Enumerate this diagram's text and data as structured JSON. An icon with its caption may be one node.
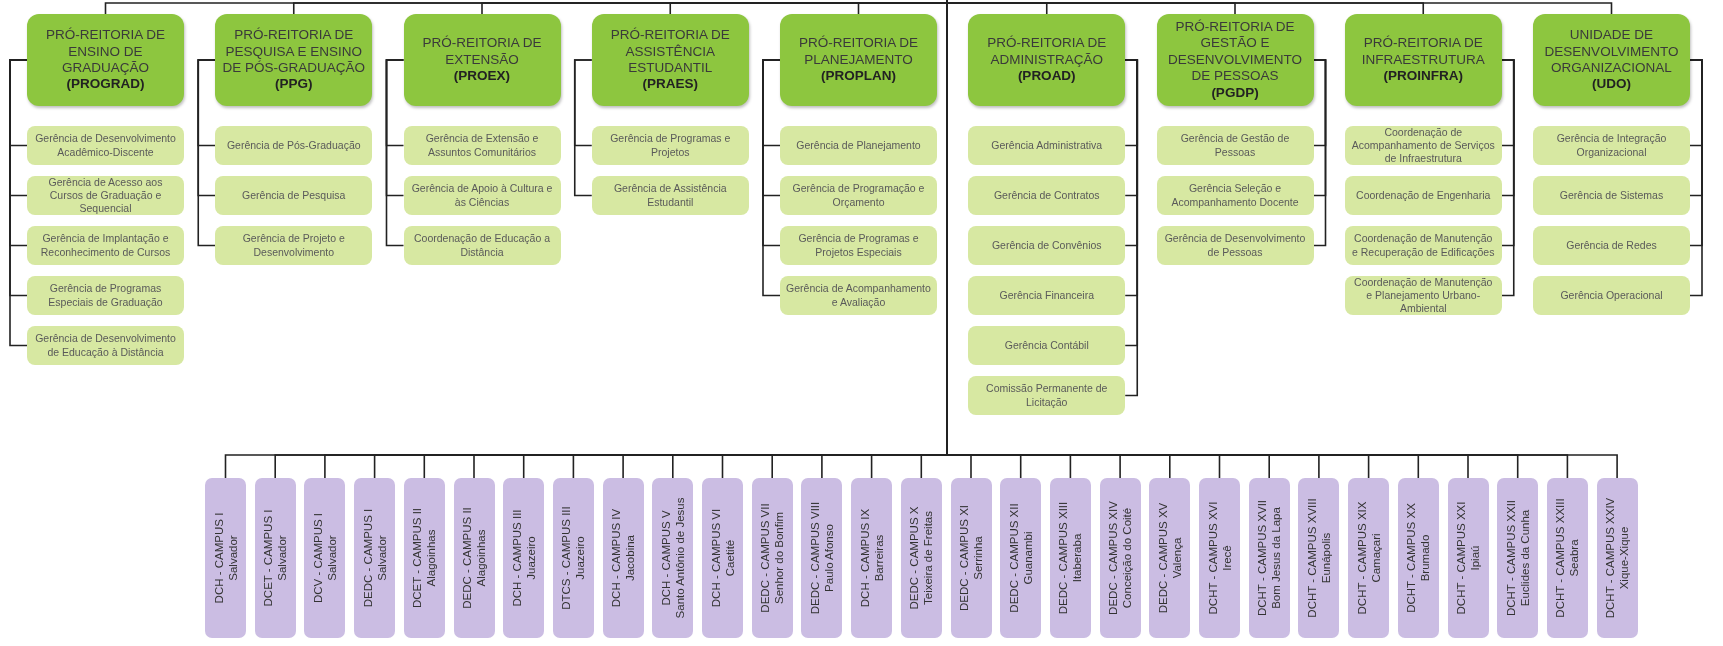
{
  "diagram": {
    "nodes": [
      {
        "text": [
          "PRÓ-REITORIA DE ENSINO DE GRADUAÇÃO **(PROGRAD)**"
        ]
      },
      {
        "text": [
          "Gerência de Desenvolvimento Acadêmico-Discente"
        ]
      },
      {
        "text": [
          "Gerência de Acesso aos Cursos de Graduação e Sequencial"
        ]
      },
      {
        "text": [
          "Gerência de Implantação e Reconhecimento de Cursos"
        ]
      },
      {
        "text": [
          "Gerência de Programas Especiais de Graduação"
        ]
      },
      {
        "text": [
          "Gerência de Desenvolvimento de Educação à Distância"
        ]
      },
      {
        "text": [
          "PRÓ-REITORIA DE PESQUISA E ENSINO DE PÓS-GRADUAÇÃO **(PPG)**"
        ]
      },
      {
        "text": [
          "Gerência de Pós-Graduação"
        ]
      },
      {
        "text": [
          "Gerência de Pesquisa"
        ]
      },
      {
        "text": [
          "Gerência de Projeto e Desenvolvimento"
        ]
      },
      {
        "text": [
          "PRÓ-REITORIA DE EXTENSÃO **(PROEX)**"
        ]
      },
      {
        "text": [
          "Gerência de Extensão e Assuntos Comunitários"
        ]
      },
      {
        "text": [
          "Gerência de Apoio à Cultura e às Ciências"
        ]
      },
      {
        "text": [
          "Coordenação de Educação a Distância"
        ]
      },
      {
        "text": [
          "PRÓ-REITORIA DE ASSISTÊNCIA ESTUDANTIL **(PRAES)**"
        ]
      },
      {
        "text": [
          "Gerência de Programas e Projetos"
        ]
      },
      {
        "text": [
          "Gerência de Assistência Estudantil"
        ]
      },
      {
        "text": [
          "PRÓ-REITORIA DE PLANEJAMENTO **(PROPLAN)**"
        ]
      },
      {
        "text": [
          "Gerência de Planejamento"
        ]
      },
      {
        "text": [
          "Gerência de Programação e Orçamento"
        ]
      },
      {
        "text": [
          "Gerência de Programas e Projetos Especiais"
        ]
      },
      {
        "text": [
          "Gerência de Acompanhamento e Avaliação"
        ]
      },
      {
        "text": [
          "PRÓ-REITORIA DE ADMINISTRAÇÃO **(PROAD)**"
        ]
      },
      {
        "text": [
          "Gerência Administrativa"
        ]
      },
      {
        "text": [
          "Gerência de Contratos"
        ]
      },
      {
        "text": [
          "Gerência de Convênios"
        ]
      },
      {
        "text": [
          "Gerência Financeira"
        ]
      },
      {
        "text": [
          "Gerência Contábil"
        ]
      },
      {
        "text": [
          "Comissão Permanente de Licitação"
        ]
      },
      {
        "text": [
          "PRÓ-REITORIA DE GESTÃO E DESENVOLVIMENTO DE PESSOAS **(PGDP)**"
        ]
      },
      {
        "text": [
          "Gerência de Gestão de Pessoas"
        ]
      },
      {
        "text": [
          "Gerência Seleção e Acompanhamento Docente"
        ]
      },
      {
        "text": [
          "Gerência de Desenvolvimento de Pessoas"
        ]
      },
      {
        "text": [
          "PRÓ-REITORIA DE INFRAESTRUTURA **(PROINFRA)**"
        ]
      },
      {
        "text": [
          "Coordenação de Acompanhamento de Serviços de Infraestrutura"
        ]
      },
      {
        "text": [
          "Coordenação de Engenharia"
        ]
      },
      {
        "text": [
          "Coordenação de Manutenção e Recuperação de Edificações"
        ]
      },
      {
        "text": [
          "Coordenação de Manutenção e Planejamento Urbano-Ambiental"
        ]
      },
      {
        "text": [
          "UNIDADE DE DESENVOLVIMENTO ORGANIZACIONAL **(UDO)**"
        ]
      },
      {
        "text": [
          "Gerência de Integração Organizacional"
        ]
      },
      {
        "text": [
          "Gerência de Sistemas"
        ]
      },
      {
        "text": [
          "Gerência de Redes"
        ]
      },
      {
        "text": [
          "Gerência Operacional"
        ]
      },
      {
        "text": [
          "DCH - CAMPUS I",
          "Salvador"
        ]
      },
      {
        "text": [
          "DCET - CAMPUS I",
          "Salvador"
        ]
      },
      {
        "text": [
          "DCV - CAMPUS I",
          "Salvador"
        ]
      },
      {
        "text": [
          "DEDC - CAMPUS I",
          "Salvador"
        ]
      },
      {
        "text": [
          "DCET - CAMPUS II",
          "Alagoinhas"
        ]
      },
      {
        "text": [
          "DEDC - CAMPUS II",
          "Alagoinhas"
        ]
      },
      {
        "text": [
          "DCH - CAMPUS III",
          "Juazeiro"
        ]
      },
      {
        "text": [
          "DTCS - CAMPUS III",
          "Juazeiro"
        ]
      },
      {
        "text": [
          "DCH - CAMPUS IV",
          "Jacobina"
        ]
      },
      {
        "text": [
          "DCH - CAMPUS V",
          "Santo Antônio de Jesus"
        ]
      },
      {
        "text": [
          "DCH - CAMPUS VI",
          "Caetité"
        ]
      },
      {
        "text": [
          "DEDC - CAMPUS VII",
          "Senhor do Bonfim"
        ]
      },
      {
        "text": [
          "DEDC - CAMPUS VIII",
          "Paulo Afonso"
        ]
      },
      {
        "text": [
          "DCH - CAMPUS IX",
          "Barreiras"
        ]
      },
      {
        "text": [
          "DEDC - CAMPUS X",
          "Teixeira de Freitas"
        ]
      },
      {
        "text": [
          "DEDC - CAMPUS XI",
          "Serrinha"
        ]
      },
      {
        "text": [
          "DEDC - CAMPUS XII",
          "Guanambi"
        ]
      },
      {
        "text": [
          "DEDC - CAMPUS XIII",
          "Itaberaba"
        ]
      },
      {
        "text": [
          "DEDC - CAMPUS XIV",
          "Conceição do Coité"
        ]
      },
      {
        "text": [
          "DEDC - CAMPUS XV",
          "Valença"
        ]
      },
      {
        "text": [
          "DCHT - CAMPUS XVI",
          "Irecê"
        ]
      },
      {
        "text": [
          "DCHT - CAMPUS XVII",
          "Bom Jesus da Lapa"
        ]
      },
      {
        "text": [
          "DCHT - CAMPUS XVIII",
          "Eunápolis"
        ]
      },
      {
        "text": [
          "DCHT - CAMPUS XIX",
          "Camaçari"
        ]
      },
      {
        "text": [
          "DCHT - CAMPUS XX",
          "Brumado"
        ]
      },
      {
        "text": [
          "DCHT - CAMPUS XXI",
          "Ipiaú"
        ]
      },
      {
        "text": [
          "DCHT - CAMPUS XXII",
          "Euclides da Cunha"
        ]
      },
      {
        "text": [
          "DCHT - CAMPUS XXIII",
          "Seabra"
        ]
      },
      {
        "text": [
          "DCHT - CAMPUS XXIV",
          "Xique-Xique"
        ]
      }
    ],
    "edges": [
      {
        "from": null,
        "to": 0,
        "arrow": "none"
      },
      {
        "from": 0,
        "to": 1,
        "arrow": "none"
      },
      {
        "from": 0,
        "to": 2,
        "arrow": "none"
      },
      {
        "from": 0,
        "to": 3,
        "arrow": "none"
      },
      {
        "from": 0,
        "to": 4,
        "arrow": "none"
      },
      {
        "from": 0,
        "to": 5,
        "arrow": "none"
      },
      {
        "from": null,
        "to": 6,
        "arrow": "none"
      },
      {
        "from": 6,
        "to": 7,
        "arrow": "none"
      },
      {
        "from": 6,
        "to": 8,
        "arrow": "none"
      },
      {
        "from": 6,
        "to": 9,
        "arrow": "none"
      },
      {
        "from": null,
        "to": 10,
        "arrow": "none"
      },
      {
        "from": 10,
        "to": 11,
        "arrow": "none"
      },
      {
        "from": 10,
        "to": 12,
        "arrow": "none"
      },
      {
        "from": 10,
        "to": 13,
        "arrow": "none"
      },
      {
        "from": null,
        "to": 14,
        "arrow": "none"
      },
      {
        "from": 14,
        "to": 15,
        "arrow": "none"
      },
      {
        "from": 14,
        "to": 16,
        "arrow": "none"
      },
      {
        "from": null,
        "to": 17,
        "arrow": "none"
      },
      {
        "from": 17,
        "to": 18,
        "arrow": "none"
      },
      {
        "from": 17,
        "to": 19,
        "arrow": "none"
      },
      {
        "from": 17,
        "to": 20,
        "arrow": "none"
      },
      {
        "from": 17,
        "to": 21,
        "arrow": "none"
      },
      {
        "from": null,
        "to": 22,
        "arrow": "none"
      },
      {
        "from": 22,
        "to": 23,
        "arrow": "none"
      },
      {
        "from": 22,
        "to": 24,
        "arrow": "none"
      },
      {
        "from": 22,
        "to": 25,
        "arrow": "none"
      },
      {
        "from": 22,
        "to": 26,
        "arrow": "none"
      },
      {
        "from": 22,
        "to": 27,
        "arrow": "none"
      },
      {
        "from": 22,
        "to": 28,
        "arrow": "none"
      },
      {
        "from": null,
        "to": 29,
        "arrow": "none"
      },
      {
        "from": 29,
        "to": 30,
        "arrow": "none"
      },
      {
        "from": 29,
        "to": 31,
        "arrow": "none"
      },
      {
        "from": 29,
        "to": 32,
        "arrow": "none"
      },
      {
        "from": null,
        "to": 33,
        "arrow": "none"
      },
      {
        "from": 33,
        "to": 34,
        "arrow": "none"
      },
      {
        "from": 33,
        "to": 35,
        "arrow": "none"
      },
      {
        "from": 33,
        "to": 36,
        "arrow": "none"
      },
      {
        "from": 33,
        "to": 37,
        "arrow": "none"
      },
      {
        "from": null,
        "to": 38,
        "arrow": "none"
      },
      {
        "from": 38,
        "to": 39,
        "arrow": "none"
      },
      {
        "from": 38,
        "to": 40,
        "arrow": "none"
      },
      {
        "from": 38,
        "to": 41,
        "arrow": "none"
      },
      {
        "from": 38,
        "to": 42,
        "arrow": "none"
      },
      {
        "from": null,
        "to": 43,
        "arrow": "none"
      },
      {
        "from": null,
        "to": 44,
        "arrow": "none"
      },
      {
        "from": null,
        "to": 45,
        "arrow": "none"
      },
      {
        "from": null,
        "to": 46,
        "arrow": "none"
      },
      {
        "from": null,
        "to": 47,
        "arrow": "none"
      },
      {
        "from": null,
        "to": 48,
        "arrow": "none"
      },
      {
        "from": null,
        "to": 49,
        "arrow": "none"
      },
      {
        "from": null,
        "to": 50,
        "arrow": "none"
      },
      {
        "from": null,
        "to": 51,
        "arrow": "none"
      },
      {
        "from": null,
        "to": 52,
        "arrow": "none"
      },
      {
        "from": null,
        "to": 53,
        "arrow": "none"
      },
      {
        "from": null,
        "to": 54,
        "arrow": "none"
      },
      {
        "from": null,
        "to": 55,
        "arrow": "none"
      },
      {
        "from": null,
        "to": 56,
        "arrow": "none"
      },
      {
        "from": null,
        "to": 57,
        "arrow": "none"
      },
      {
        "from": null,
        "to": 58,
        "arrow": "none"
      },
      {
        "from": null,
        "to": 59,
        "arrow": "none"
      },
      {
        "from": null,
        "to": 60,
        "arrow": "none"
      },
      {
        "from": null,
        "to": 61,
        "arrow": "none"
      },
      {
        "from": null,
        "to": 62,
        "arrow": "none"
      },
      {
        "from": null,
        "to": 63,
        "arrow": "none"
      },
      {
        "from": null,
        "to": 64,
        "arrow": "none"
      },
      {
        "from": null,
        "to": 65,
        "arrow": "none"
      },
      {
        "from": null,
        "to": 66,
        "arrow": "none"
      },
      {
        "from": null,
        "to": 67,
        "arrow": "none"
      },
      {
        "from": null,
        "to": 68,
        "arrow": "none"
      },
      {
        "from": null,
        "to": 69,
        "arrow": "none"
      },
      {
        "from": null,
        "to": 70,
        "arrow": "none"
      },
      {
        "from": null,
        "to": 71,
        "arrow": "none"
      }
    ]
  }
}
